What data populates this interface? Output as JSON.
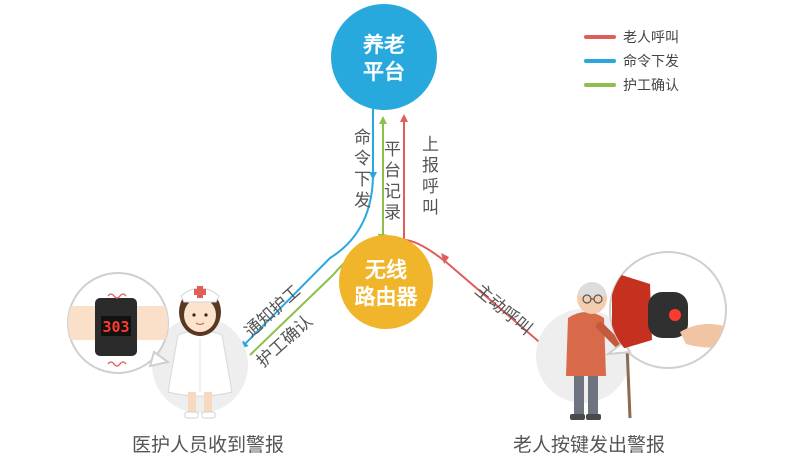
{
  "colors": {
    "elderly_call": "#e05d5a",
    "command": "#2aa7dc",
    "nurse_confirm": "#8cc04b",
    "platform_fill": "#27a9dd",
    "router_fill": "#f0b52a"
  },
  "nodes": {
    "platform": {
      "line1": "养老",
      "line2": "平台"
    },
    "router": {
      "line1": "无线",
      "line2": "路由器"
    }
  },
  "flows": {
    "command_issue": "命令下发",
    "platform_record": "平台记录",
    "report_call": "上报呼叫",
    "notify_nurse": "通知护工",
    "nurse_confirm": "护工确认",
    "active_call": "主动呼叫"
  },
  "legend": [
    {
      "label": "老人呼叫",
      "color": "#e05d5a"
    },
    {
      "label": "命令下发",
      "color": "#2aa7dc"
    },
    {
      "label": "护工确认",
      "color": "#8cc04b"
    }
  ],
  "captions": {
    "nurse": "医护人员收到警报",
    "elderly": "老人按键发出警报"
  },
  "badge": {
    "number": "303"
  },
  "icons": {
    "nurse": "nurse-figure-icon",
    "elderly": "elderly-man-with-cane-icon",
    "wristband": "wristband-pager-icon",
    "call_button": "call-button-icon"
  }
}
